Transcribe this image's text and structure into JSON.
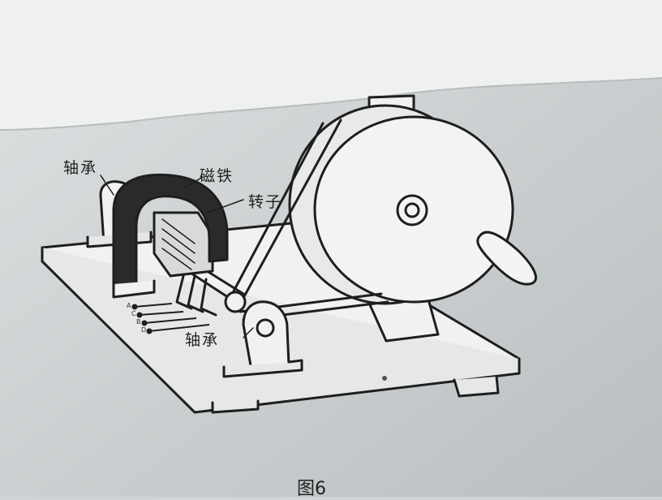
{
  "labels": {
    "bearing_top": "轴承",
    "magnet": "磁铁",
    "rotor": "转子",
    "bearing_bottom": "轴承"
  },
  "terminals": [
    "A",
    "C",
    "B",
    "D"
  ],
  "caption": "图6",
  "colors": {
    "paper": "#d6dadb",
    "ink": "#1e1e1e",
    "top_sheet": "#eef0ef"
  }
}
